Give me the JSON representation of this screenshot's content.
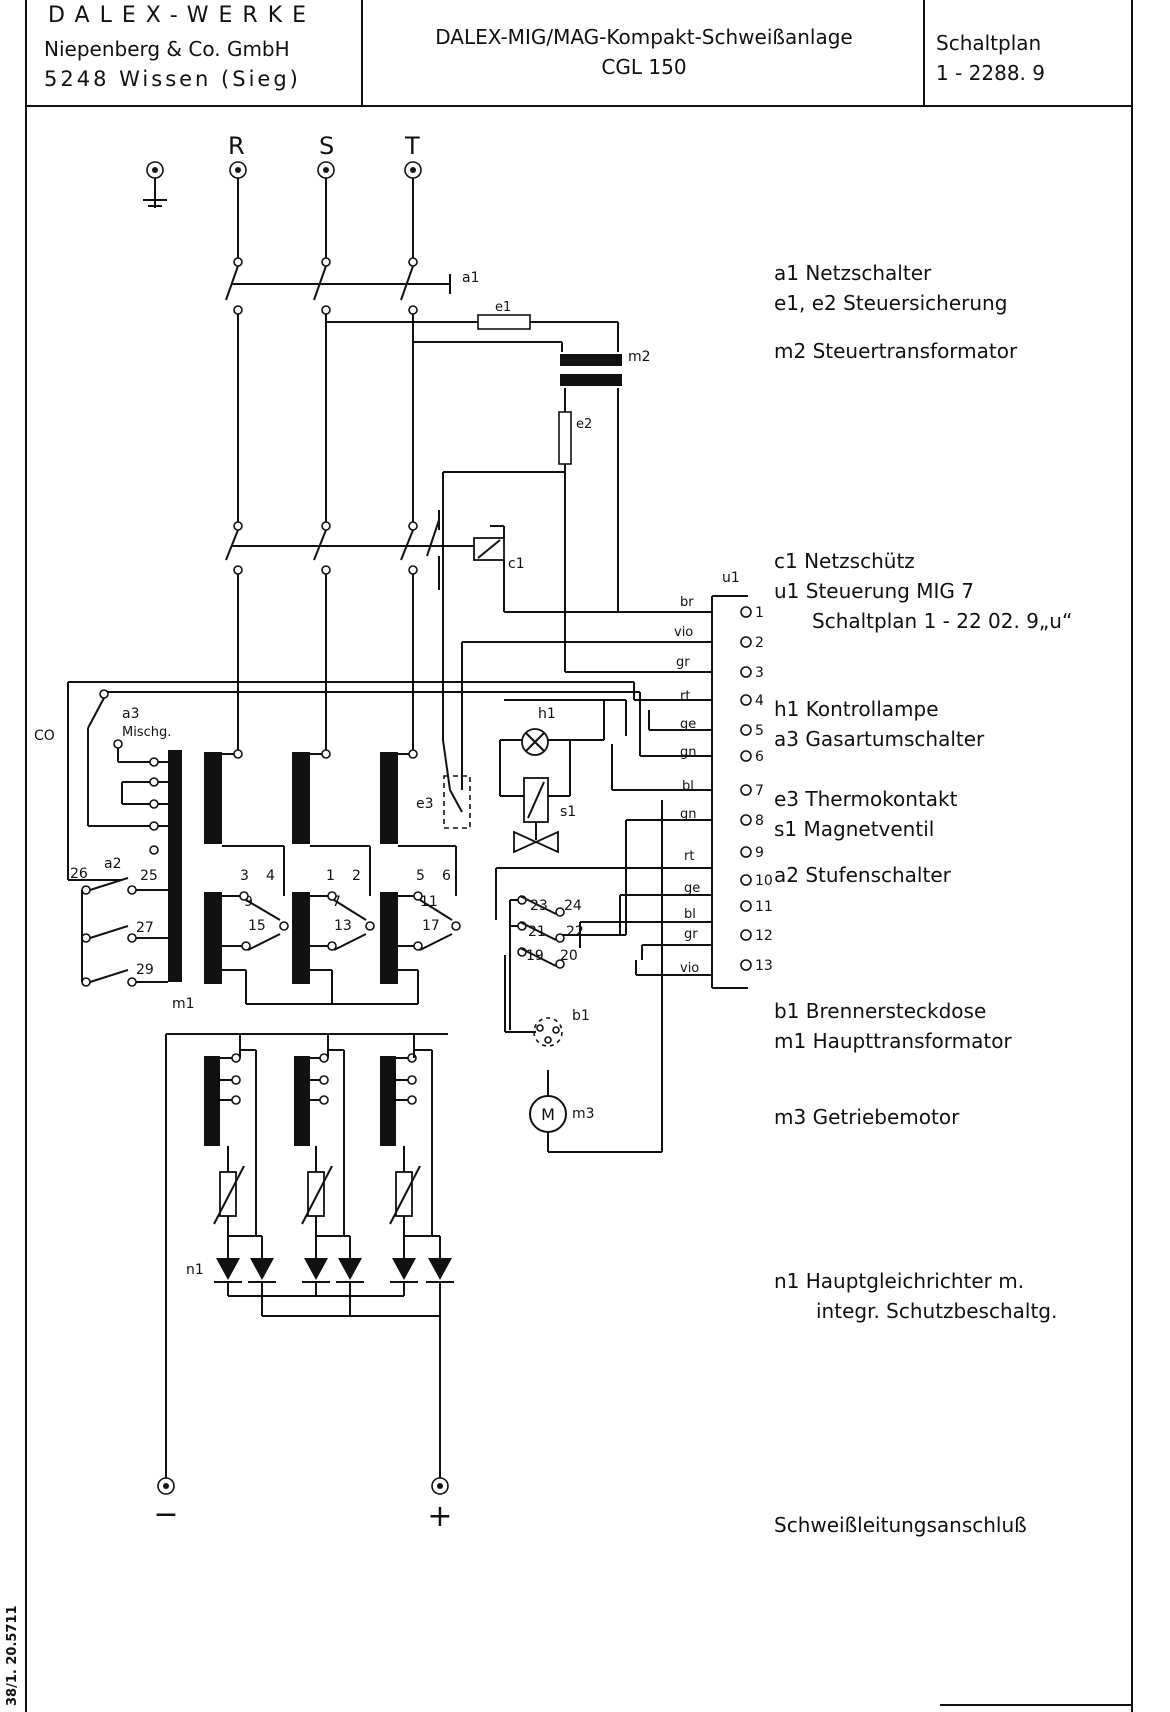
{
  "header": {
    "company_line1": "DALEX-WERKE",
    "company_line2": "Niepenberg & Co. GmbH",
    "company_line3": "5248 Wissen (Sieg)",
    "product_line1": "DALEX-MIG/MAG-Kompakt-Schweißanlage",
    "product_line2": "CGL 150",
    "plan_label": "Schaltplan",
    "plan_number": "1 - 2288. 9"
  },
  "phases": [
    "R",
    "S",
    "T"
  ],
  "component_labels": {
    "a1": "a1",
    "e1": "e1",
    "e2": "e2",
    "m2": "m2",
    "c1": "c1",
    "u1": "u1",
    "h1": "h1",
    "s1": "s1",
    "e3": "e3",
    "a3": "a3",
    "co2": "CO",
    "mischg": "Mischg.",
    "a2": "a2",
    "m1": "m1",
    "b1": "b1",
    "m3": "m3",
    "motor": "M",
    "n1": "n1"
  },
  "wire_colors": [
    "br",
    "vio",
    "gr",
    "rt",
    "ge",
    "gn",
    "bl",
    "gn",
    "rt",
    "ge",
    "bl",
    "gr",
    "vio"
  ],
  "terminals": [
    "1",
    "2",
    "3",
    "4",
    "5",
    "6",
    "7",
    "8",
    "9",
    "10",
    "11",
    "12",
    "13"
  ],
  "tap_numbers": {
    "t1": [
      "3",
      "4",
      "9",
      "15"
    ],
    "t2": [
      "1",
      "2",
      "7",
      "13"
    ],
    "t3": [
      "5",
      "6",
      "11",
      "17"
    ],
    "a2": [
      "26",
      "25",
      "27",
      "29"
    ],
    "stufen": [
      "23",
      "24",
      "21",
      "22",
      "19",
      "20"
    ]
  },
  "legend": {
    "a1": "a1 Netzschalter",
    "e1e2": "e1, e2 Steuersicherung",
    "m2": "m2 Steuertransformator",
    "c1": "c1 Netzschütz",
    "u1": "u1 Steuerung MIG 7",
    "u1_plan": "Schaltplan 1 - 22 02. 9„u“",
    "h1": "h1 Kontrollampe",
    "a3": "a3 Gasartumschalter",
    "e3": "e3 Thermokontakt",
    "s1": "s1 Magnetventil",
    "a2": "a2 Stufenschalter",
    "b1": "b1 Brennersteckdose",
    "m1": "m1 Haupttransformator",
    "m3": "m3 Getriebemotor",
    "n1_line1": "n1 Hauptgleichrichter m.",
    "n1_line2": "integr. Schutzbeschaltg.",
    "schweiss": "Schweißleitungsanschluß"
  },
  "output": {
    "minus": "−",
    "plus": "+"
  },
  "margin_note": "38/1. 20.5711"
}
